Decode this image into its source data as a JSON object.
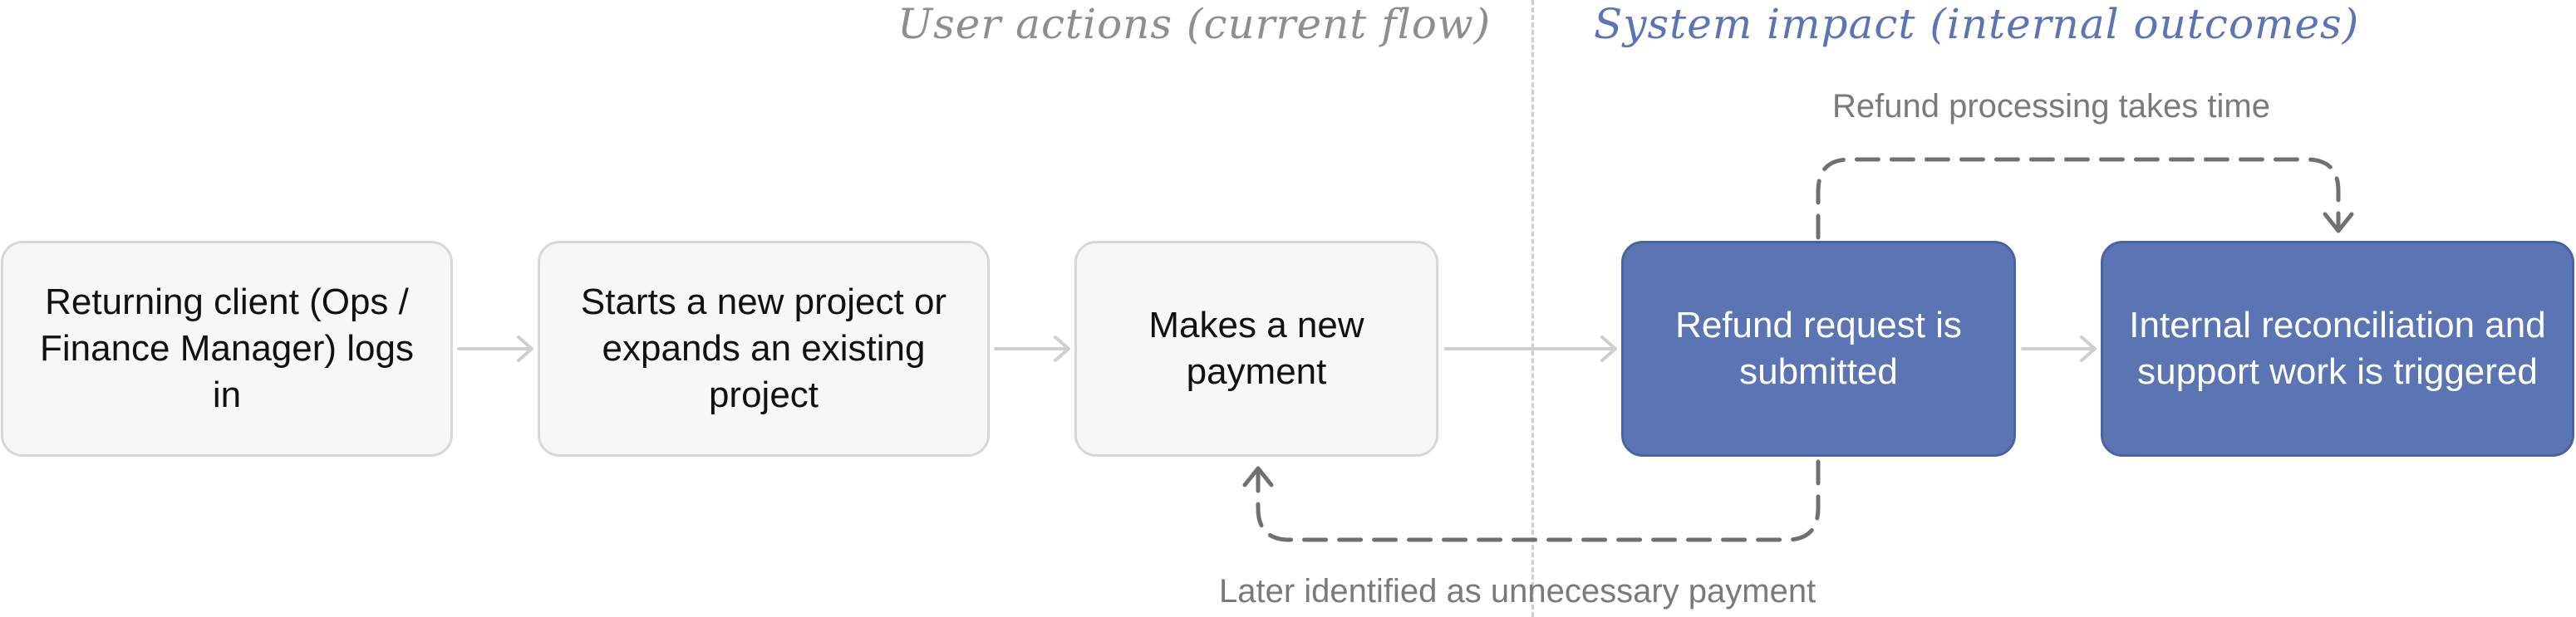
{
  "headers": {
    "user_actions": "User actions (current flow)",
    "system_impact": "System impact (internal outcomes)"
  },
  "steps": [
    {
      "label": "Returning client (Ops / Finance Manager) logs in",
      "group": "user"
    },
    {
      "label": "Starts a new project or expands an existing project",
      "group": "user"
    },
    {
      "label": "Makes a new payment",
      "group": "user"
    },
    {
      "label": "Refund request is submitted",
      "group": "system"
    },
    {
      "label": "Internal reconciliation and support work is triggered",
      "group": "system"
    }
  ],
  "loop_notes": {
    "top": "Refund processing takes time",
    "bottom": "Later identified as unnecessary payment"
  },
  "colors": {
    "user_box_fill": "#f7f7f9",
    "user_box_border": "#d7d7d7",
    "system_box_fill": "#5b74b4",
    "system_header": "#5b74b4",
    "arrow": "#cfcfcf",
    "loop_arrow": "#707070"
  }
}
